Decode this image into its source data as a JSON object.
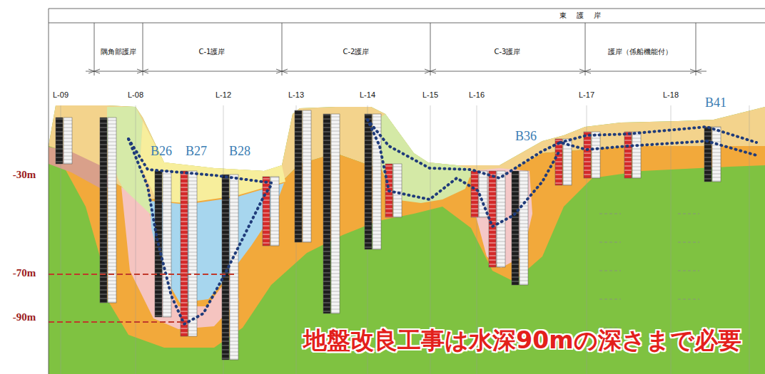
{
  "diagram": {
    "labels": [
      "東護岸",
      "隅角部護岸",
      "C-1護岸",
      "C-2護岸",
      "C-3護岸",
      "護岸（係船機能付）",
      "L-09",
      "L-08",
      "L-12",
      "L-13",
      "L-14",
      "L-15",
      "L-16",
      "L-17",
      "L-18",
      "B26",
      "B27",
      "B28",
      "B36",
      "B41",
      "-30m",
      "-70m",
      "-90m",
      "地盤改良工事は水深90mの深さまで必要"
    ]
  }
}
